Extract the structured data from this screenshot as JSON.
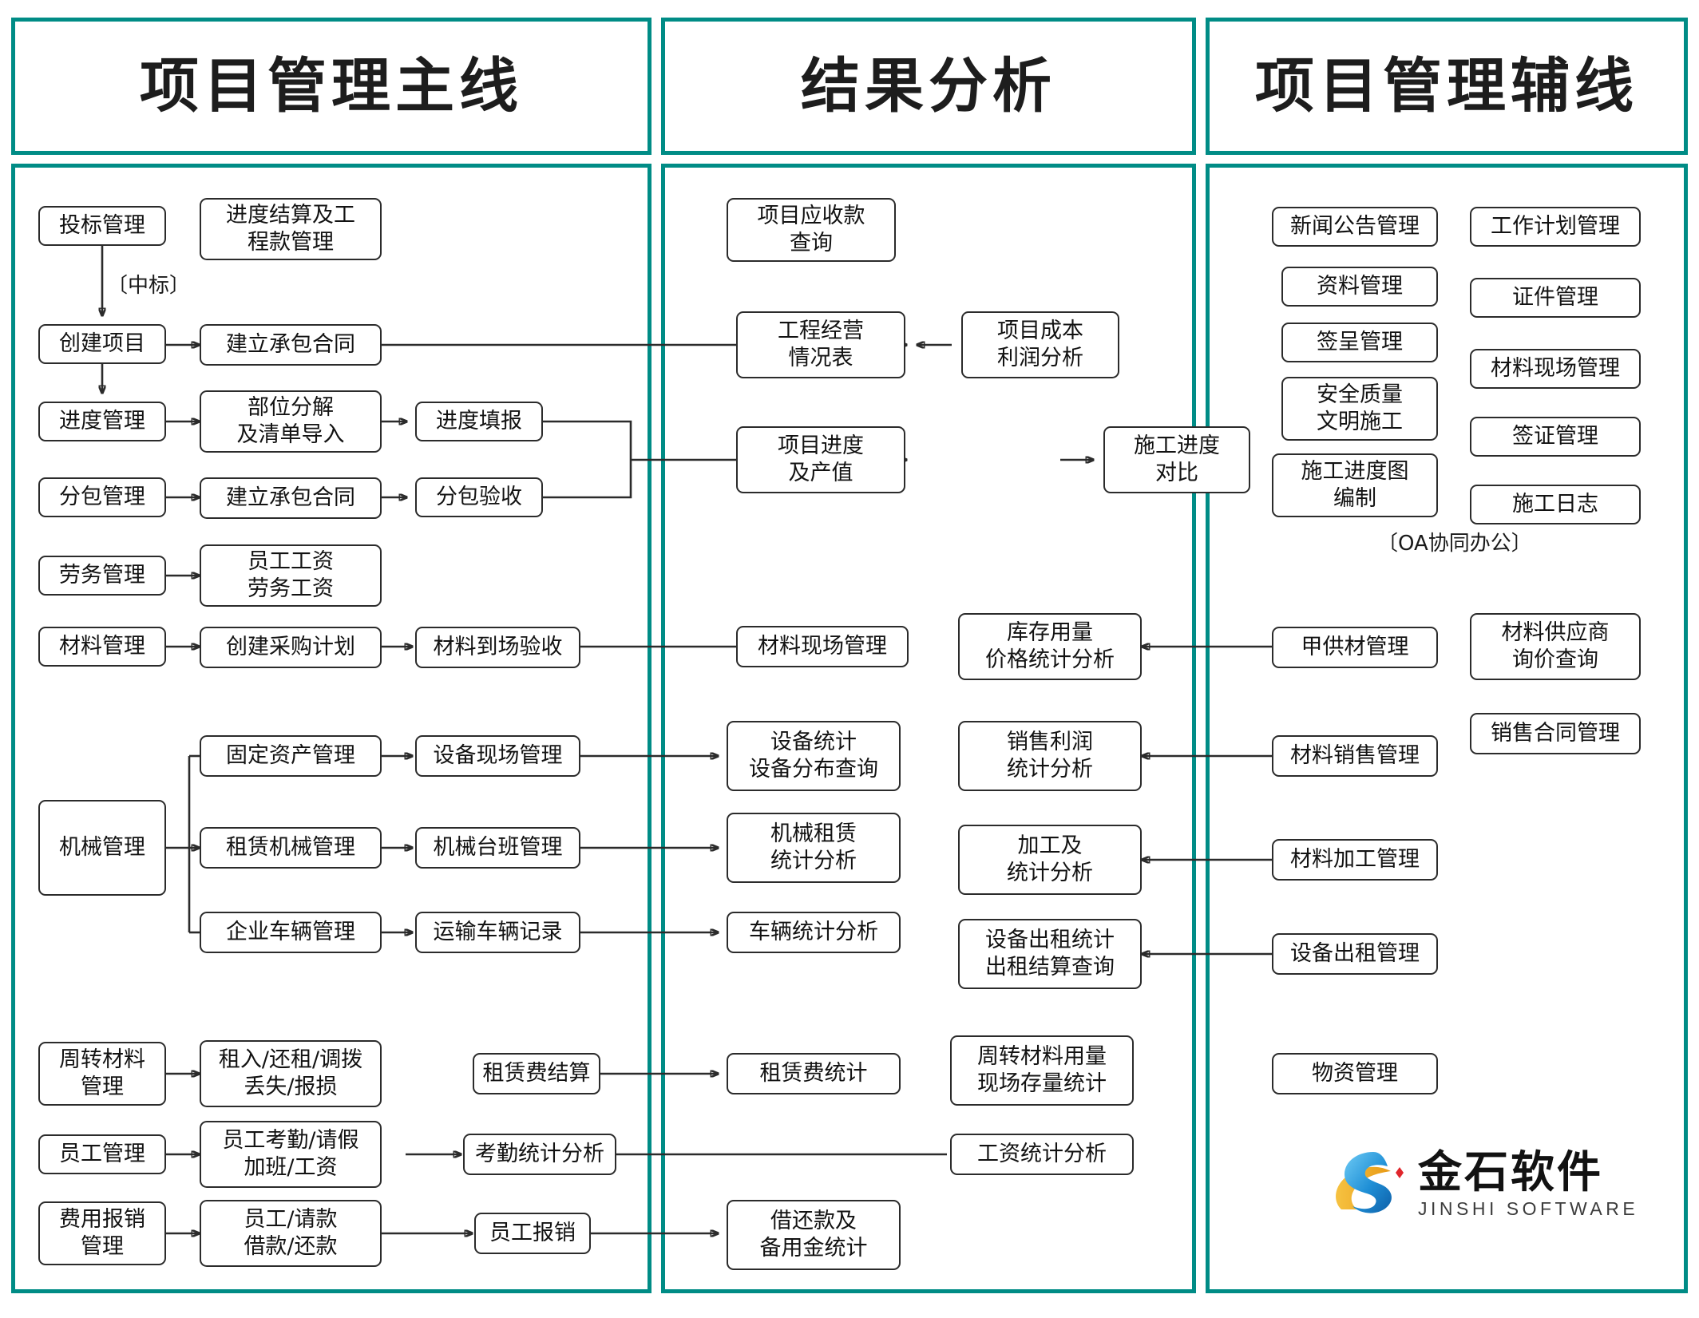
{
  "diagram": {
    "title_columns": [
      {
        "id": "main",
        "label": "项目管理主线"
      },
      {
        "id": "analysis",
        "label": "结果分析"
      },
      {
        "id": "aux",
        "label": "项目管理辅线"
      }
    ],
    "accent_color": "#008c86",
    "node_border_color": "#2b2b2b",
    "annotations": [
      {
        "id": "win-bid",
        "text": "〔中标〕"
      },
      {
        "id": "oa",
        "text": "〔OA协同办公〕"
      }
    ],
    "logo": {
      "cn": "金石软件",
      "en": "JINSHI SOFTWARE"
    }
  },
  "columns": {
    "main": {
      "nodes": [
        {
          "id": "n-toubiao",
          "label": "投标管理"
        },
        {
          "id": "n-jindu-jiesuan",
          "label": "进度结算及工\n程款管理"
        },
        {
          "id": "n-chuangjian-xiangmu",
          "label": "创建项目"
        },
        {
          "id": "n-jianli-hetong-1",
          "label": "建立承包合同"
        },
        {
          "id": "n-jindu-guanli",
          "label": "进度管理"
        },
        {
          "id": "n-buwei-fenjie",
          "label": "部位分解\n及清单导入"
        },
        {
          "id": "n-jindu-tianbao",
          "label": "进度填报"
        },
        {
          "id": "n-fenbao-guanli",
          "label": "分包管理"
        },
        {
          "id": "n-jianli-hetong-2",
          "label": "建立承包合同"
        },
        {
          "id": "n-fenbao-yanshou",
          "label": "分包验收"
        },
        {
          "id": "n-laowu-guanli",
          "label": "劳务管理"
        },
        {
          "id": "n-yuangong-gongzi",
          "label": "员工工资\n劳务工资"
        },
        {
          "id": "n-cailiao-guanli",
          "label": "材料管理"
        },
        {
          "id": "n-chuangjian-caigou",
          "label": "创建采购计划"
        },
        {
          "id": "n-cailiao-daochang",
          "label": "材料到场验收"
        },
        {
          "id": "n-jixie-guanli",
          "label": "机械管理"
        },
        {
          "id": "n-guding-zichan",
          "label": "固定资产管理"
        },
        {
          "id": "n-shebei-xianchang",
          "label": "设备现场管理"
        },
        {
          "id": "n-zulin-jixie",
          "label": "租赁机械管理"
        },
        {
          "id": "n-jixie-taiban",
          "label": "机械台班管理"
        },
        {
          "id": "n-qiye-cheliang",
          "label": "企业车辆管理"
        },
        {
          "id": "n-yunshu-cheliang",
          "label": "运输车辆记录"
        },
        {
          "id": "n-zhouzhuan-cailiao",
          "label": "周转材料\n管理"
        },
        {
          "id": "n-zuru-huanzu",
          "label": "租入/还租/调拨\n丢失/报损"
        },
        {
          "id": "n-zulinfei-jiesuan",
          "label": "租赁费结算"
        },
        {
          "id": "n-yuangong-guanli",
          "label": "员工管理"
        },
        {
          "id": "n-yuangong-kaoqin",
          "label": "员工考勤/请假\n加班/工资"
        },
        {
          "id": "n-kaoqin-tongji",
          "label": "考勤统计分析"
        },
        {
          "id": "n-feiyong-baoxiao",
          "label": "费用报销\n管理"
        },
        {
          "id": "n-yuangong-qingkuan",
          "label": "员工/请款\n借款/还款"
        },
        {
          "id": "n-yuangong-baoxiao",
          "label": "员工报销"
        }
      ]
    },
    "analysis": {
      "nodes": [
        {
          "id": "a-yingshoukuan",
          "label": "项目应收款\n查询"
        },
        {
          "id": "a-gongcheng-jingying",
          "label": "工程经营\n情况表"
        },
        {
          "id": "a-chengben-lirun",
          "label": "项目成本\n利润分析"
        },
        {
          "id": "a-xiangmu-jindu",
          "label": "项目进度\n及产值"
        },
        {
          "id": "a-shigong-jindu",
          "label": "施工进度\n对比"
        },
        {
          "id": "a-cailiao-xianchang",
          "label": "材料现场管理"
        },
        {
          "id": "a-kucun-yongliang",
          "label": "库存用量\n价格统计分析"
        },
        {
          "id": "a-shebei-tongji",
          "label": "设备统计\n设备分布查询"
        },
        {
          "id": "a-xiaoshou-lirun",
          "label": "销售利润\n统计分析"
        },
        {
          "id": "a-jixie-zulin",
          "label": "机械租赁\n统计分析"
        },
        {
          "id": "a-jiagong-tongji",
          "label": "加工及\n统计分析"
        },
        {
          "id": "a-cheliang-tongji",
          "label": "车辆统计分析"
        },
        {
          "id": "a-shebei-chuzu",
          "label": "设备出租统计\n出租结算查询"
        },
        {
          "id": "a-zulinfei-tongji",
          "label": "租赁费统计"
        },
        {
          "id": "a-zhouzhuan-yongliang",
          "label": "周转材料用量\n现场存量统计"
        },
        {
          "id": "a-gongzi-tongji",
          "label": "工资统计分析"
        },
        {
          "id": "a-jiehuankuan",
          "label": "借还款及\n备用金统计"
        }
      ]
    },
    "aux": {
      "nodes": [
        {
          "id": "x-xinwen-gonggao",
          "label": "新闻公告管理"
        },
        {
          "id": "x-gongzuo-jihua",
          "label": "工作计划管理"
        },
        {
          "id": "x-ziliao-guanli",
          "label": "资料管理"
        },
        {
          "id": "x-zhengjian-guanli",
          "label": "证件管理"
        },
        {
          "id": "x-qiancheng-guanli",
          "label": "签呈管理"
        },
        {
          "id": "x-cailiao-xianchang",
          "label": "材料现场管理"
        },
        {
          "id": "x-anquan-zhiliang",
          "label": "安全质量\n文明施工"
        },
        {
          "id": "x-qianzheng-guanli",
          "label": "签证管理"
        },
        {
          "id": "x-shigong-jindutu",
          "label": "施工进度图\n编制"
        },
        {
          "id": "x-shigong-rizhi",
          "label": "施工日志"
        },
        {
          "id": "x-jiagongcai",
          "label": "甲供材管理"
        },
        {
          "id": "x-cailiao-gongyingshang",
          "label": "材料供应商\n询价查询"
        },
        {
          "id": "x-cailiao-xiaoshou",
          "label": "材料销售管理"
        },
        {
          "id": "x-xiaoshou-hetong",
          "label": "销售合同管理"
        },
        {
          "id": "x-cailiao-jiagong",
          "label": "材料加工管理"
        },
        {
          "id": "x-shebei-chuzu",
          "label": "设备出租管理"
        },
        {
          "id": "x-wuzi-guanli",
          "label": "物资管理"
        }
      ]
    }
  }
}
